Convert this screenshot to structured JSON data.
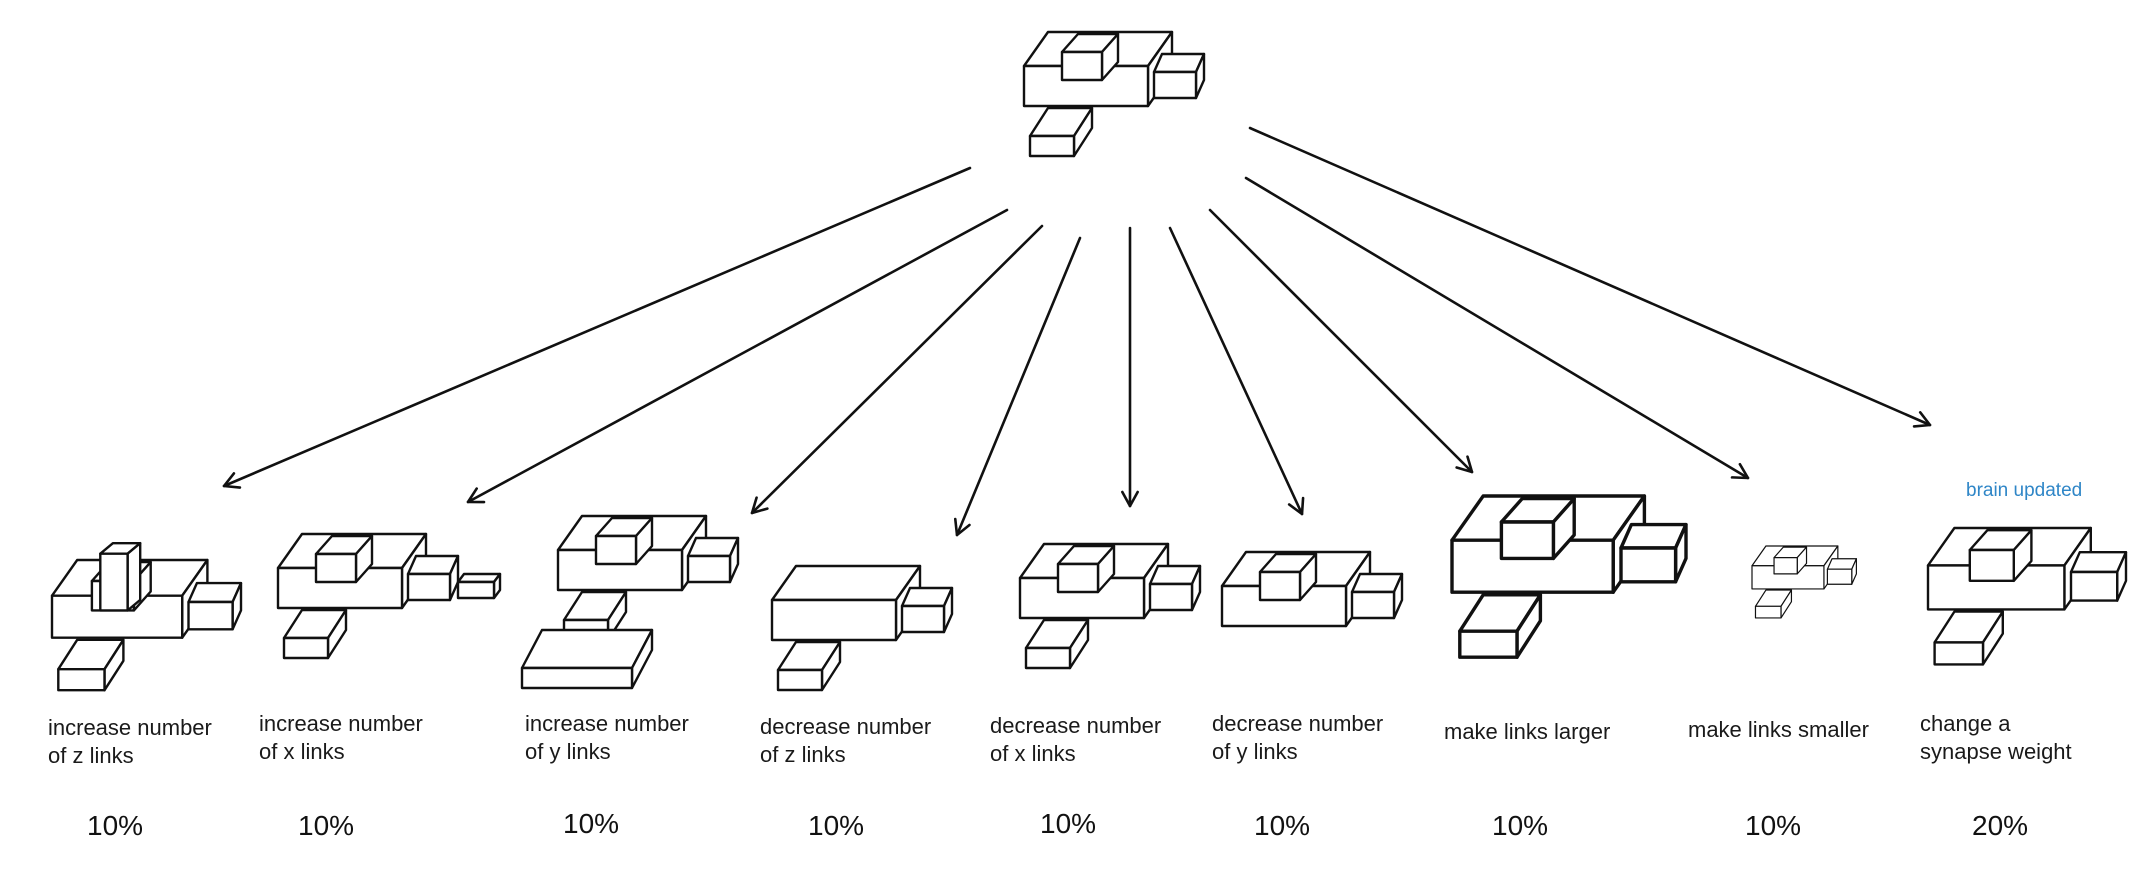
{
  "colors": {
    "ink": "#111111",
    "note": "#2f86c7"
  },
  "root_icon": "block-structure-icon",
  "note": "brain updated",
  "mutations": [
    {
      "line1": "increase number",
      "line2": "of z links",
      "percent": "10%",
      "probability": 0.1
    },
    {
      "line1": "increase number",
      "line2": "of x links",
      "percent": "10%",
      "probability": 0.1
    },
    {
      "line1": "increase number",
      "line2": "of y links",
      "percent": "10%",
      "probability": 0.1
    },
    {
      "line1": "decrease number",
      "line2": "of z links",
      "percent": "10%",
      "probability": 0.1
    },
    {
      "line1": "decrease number",
      "line2": "of x links",
      "percent": "10%",
      "probability": 0.1
    },
    {
      "line1": "decrease number",
      "line2": "of y links",
      "percent": "10%",
      "probability": 0.1
    },
    {
      "line1": "make links larger",
      "line2": "",
      "percent": "10%",
      "probability": 0.1
    },
    {
      "line1": "make links smaller",
      "line2": "",
      "percent": "10%",
      "probability": 0.1
    },
    {
      "line1": "change a",
      "line2": "synapse weight",
      "percent": "20%",
      "probability": 0.2
    }
  ]
}
